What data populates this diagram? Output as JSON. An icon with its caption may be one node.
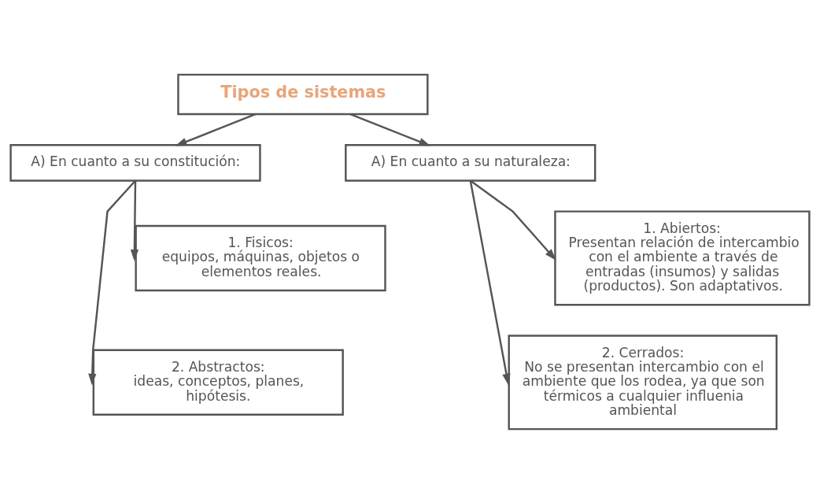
{
  "diagram": {
    "nodes": [
      {
        "text": [
          "Tipos de sistemas"
        ]
      },
      {
        "text": [
          "A) En cuanto a su constitución:"
        ]
      },
      {
        "text": [
          "A) En cuanto a su naturaleza:"
        ]
      },
      {
        "text": [
          "1. Fisicos:",
          "equipos, máquinas, objetos o elementos reales."
        ]
      },
      {
        "text": [
          "2. Abstractos:",
          "ideas, conceptos, planes, hipótesis."
        ]
      },
      {
        "text": [
          "1. Abiertos:",
          "Presentan relación de intercambio con el ambiente a través de entradas (insumos) y salidas (productos). Son adaptativos."
        ]
      },
      {
        "text": [
          "2. Cerrados:",
          "No se presentan intercambio con el ambiente que los rodea, ya que son térmicos a cualquier influenia ambiental"
        ]
      }
    ],
    "edges": [
      {
        "from": 0,
        "to": 1,
        "arrow": "to"
      },
      {
        "from": 0,
        "to": 2,
        "arrow": "to"
      },
      {
        "from": 1,
        "to": 3,
        "arrow": "to"
      },
      {
        "from": 1,
        "to": 4,
        "arrow": "to"
      },
      {
        "from": 2,
        "to": 5,
        "arrow": "to"
      },
      {
        "from": 2,
        "to": 6,
        "arrow": "to"
      }
    ]
  }
}
